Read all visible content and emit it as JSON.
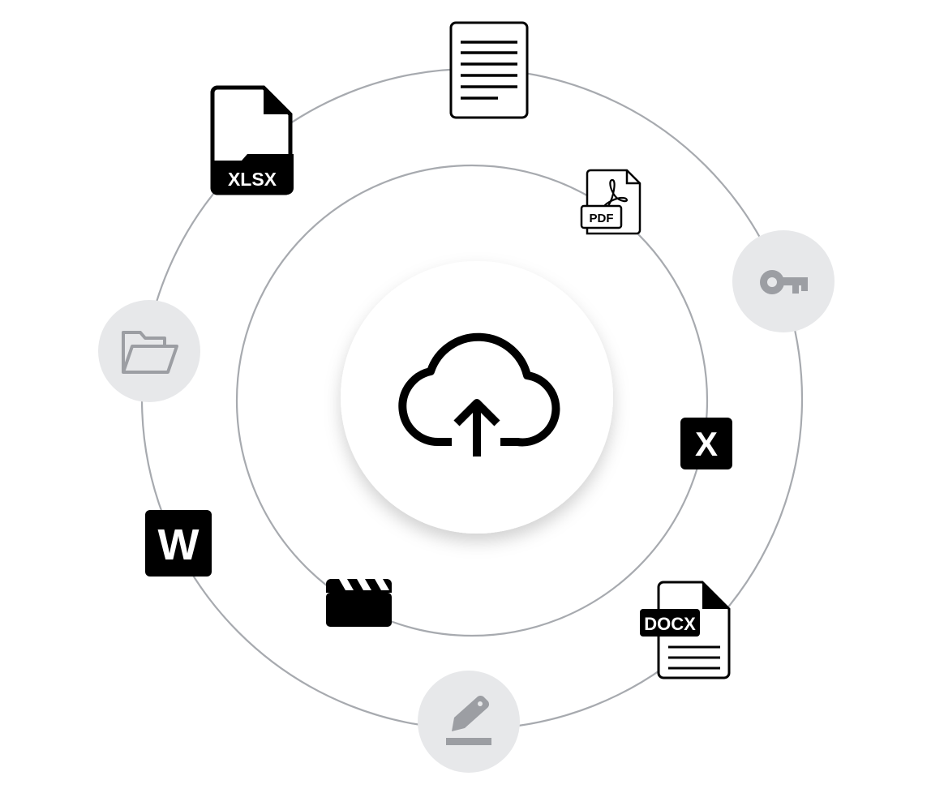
{
  "diagram": {
    "center": {
      "icon": "cloud-upload-icon"
    },
    "orbits": [
      {
        "name": "inner",
        "items": [
          {
            "icon": "pdf-file-icon",
            "label": "PDF"
          },
          {
            "icon": "excel-x-icon",
            "label": "X"
          },
          {
            "icon": "video-clapperboard-icon"
          }
        ]
      },
      {
        "name": "outer",
        "items": [
          {
            "icon": "text-document-icon"
          },
          {
            "icon": "key-icon"
          },
          {
            "icon": "docx-file-icon",
            "label": "DOCX"
          },
          {
            "icon": "edit-pen-icon"
          },
          {
            "icon": "word-w-icon",
            "label": "W"
          },
          {
            "icon": "folder-open-icon"
          },
          {
            "icon": "xlsx-file-icon",
            "label": "XLSX"
          }
        ]
      }
    ],
    "colors": {
      "ring": "#a7aaaf",
      "icon": "#000000",
      "muted_icon": "#9c9ea3",
      "muted_bg": "#e7e8ea",
      "center_bg": "#ffffff"
    }
  }
}
